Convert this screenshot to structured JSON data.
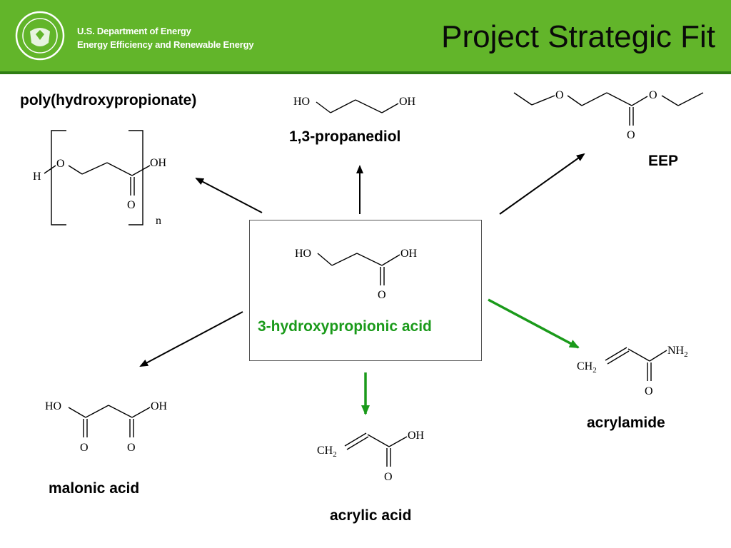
{
  "header": {
    "agency_line1": "U.S. Department of Energy",
    "agency_line2": "Energy Efficiency and Renewable Energy",
    "title": "Project Strategic Fit",
    "bar_color": "#62b52a"
  },
  "center": {
    "name": "3-hydroxypropionic acid",
    "color": "#1a9a1a",
    "atoms": {
      "ho": "HO",
      "oh": "OH",
      "o": "O"
    }
  },
  "products": {
    "polyhp": {
      "name": "poly(hydroxypropionate)",
      "h": "H",
      "o": "O",
      "oh": "OH",
      "co": "O",
      "n": "n"
    },
    "propanediol": {
      "name": "1,3-propanediol",
      "ho": "HO",
      "oh": "OH"
    },
    "eep": {
      "name": "EEP",
      "o1": "O",
      "o2": "O",
      "co": "O"
    },
    "acrylamide": {
      "name": "acrylamide",
      "ch2": "CH",
      "sub": "2",
      "nh2": "NH",
      "nsub": "2",
      "o": "O"
    },
    "acrylic": {
      "name": "acrylic acid",
      "ch2": "CH",
      "sub": "2",
      "oh": "OH",
      "o": "O"
    },
    "malonic": {
      "name": "malonic acid",
      "ho": "HO",
      "oh": "OH",
      "o1": "O",
      "o2": "O"
    }
  },
  "icons": {
    "seal": "doe-seal-icon"
  },
  "colors": {
    "arrow_default": "#000000",
    "arrow_highlight": "#1a9a1a"
  }
}
